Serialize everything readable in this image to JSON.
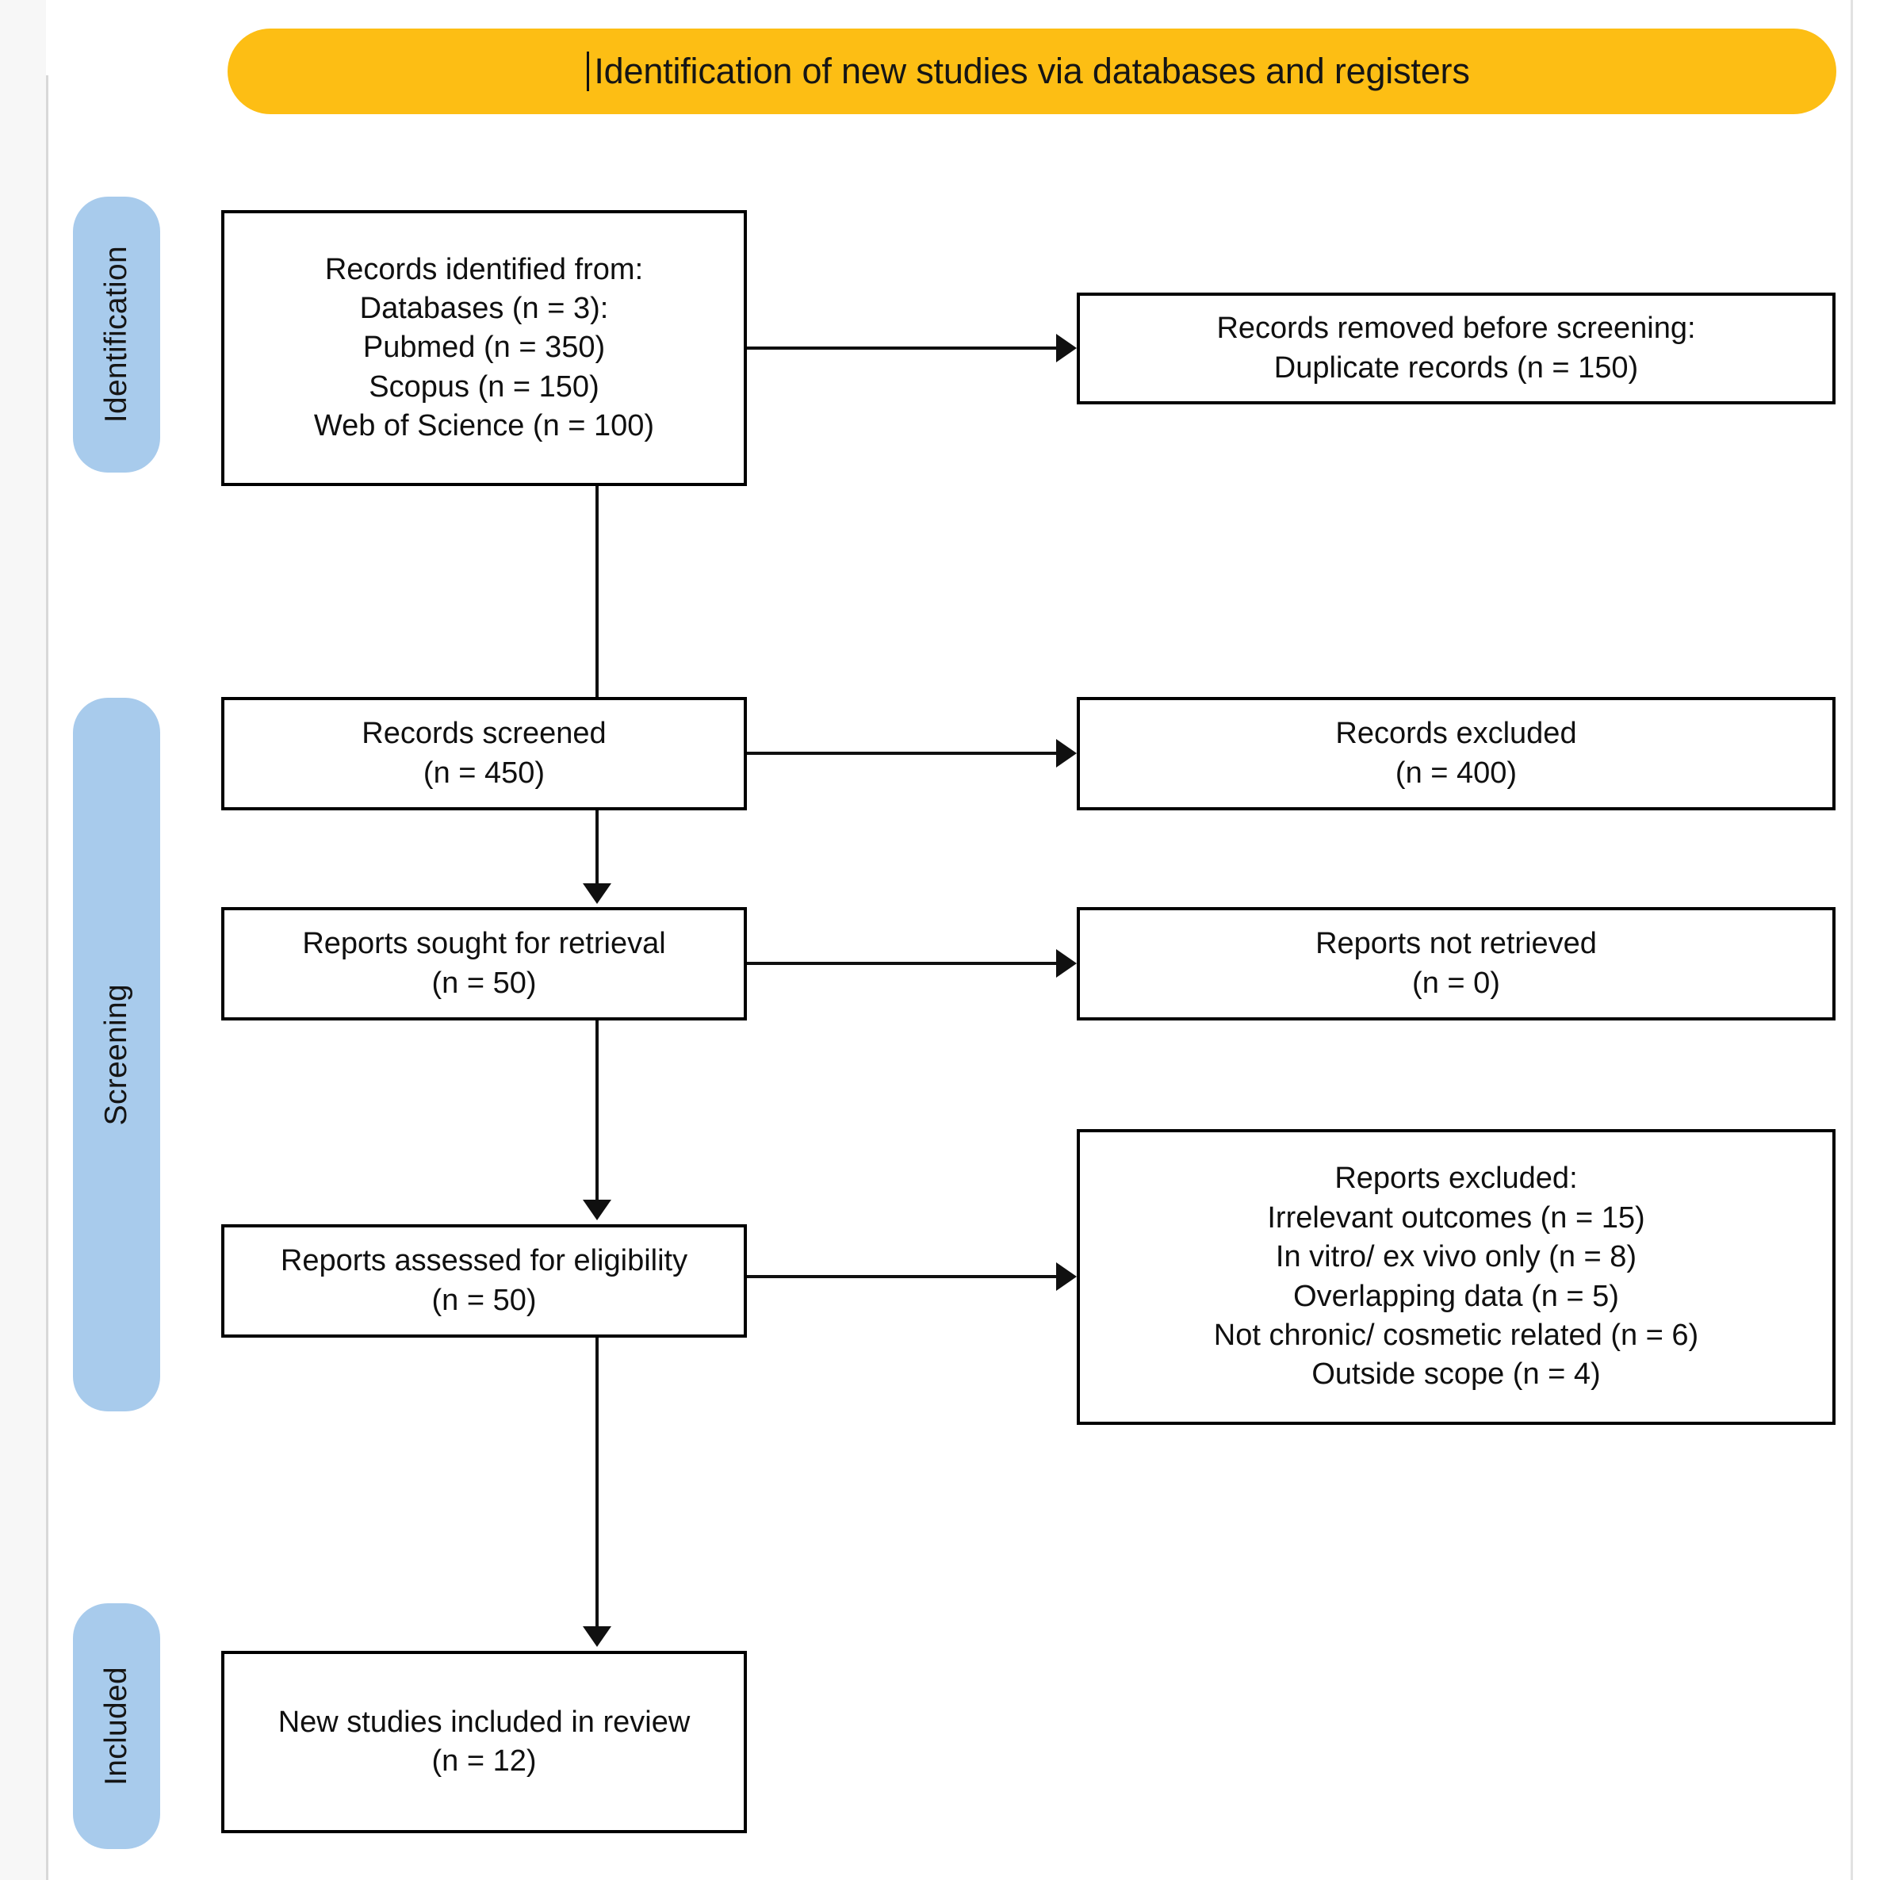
{
  "diagram": {
    "type": "prisma-flow-diagram",
    "banner": {
      "title": "Identification of new studies via databases and registers",
      "color": "#FDBE14"
    },
    "stages": [
      {
        "id": "identification",
        "label": "Identification",
        "color": "#A8CBEC"
      },
      {
        "id": "screening",
        "label": "Screening",
        "color": "#A8CBEC"
      },
      {
        "id": "included",
        "label": "Included",
        "color": "#A8CBEC"
      }
    ],
    "boxes": {
      "identified": {
        "lines": [
          "Records identified from:",
          "Databases (n = 3):",
          "Pubmed (n = 350)",
          "Scopus (n = 150)",
          "Web of Science (n = 100)"
        ]
      },
      "removed": {
        "lines": [
          "Records removed before screening:",
          "Duplicate records (n = 150)"
        ]
      },
      "screened": {
        "lines": [
          "Records screened",
          "(n = 450)"
        ]
      },
      "records_excluded": {
        "lines": [
          "Records excluded",
          "(n = 400)"
        ]
      },
      "sought": {
        "lines": [
          "Reports sought for retrieval",
          "(n = 50)"
        ]
      },
      "not_retrieved": {
        "lines": [
          "Reports not retrieved",
          "(n = 0)"
        ]
      },
      "eligibility": {
        "lines": [
          "Reports assessed for eligibility",
          "(n = 50)"
        ]
      },
      "reports_excluded": {
        "lines": [
          "Reports excluded:",
          "Irrelevant outcomes (n = 15)",
          "In vitro/ ex vivo only (n = 8)",
          "Overlapping data (n = 5)",
          "Not chronic/ cosmetic related (n = 6)",
          "Outside scope (n = 4)"
        ]
      },
      "included": {
        "lines": [
          "New studies included in review",
          "(n = 12)"
        ]
      }
    },
    "counts": {
      "databases": 3,
      "pubmed": 350,
      "scopus": 150,
      "web_of_science": 100,
      "duplicates_removed": 150,
      "records_screened": 450,
      "records_excluded": 400,
      "reports_sought": 50,
      "reports_not_retrieved": 0,
      "reports_assessed": 50,
      "excluded_irrelevant_outcomes": 15,
      "excluded_in_vitro_ex_vivo": 8,
      "excluded_overlapping_data": 5,
      "excluded_not_chronic_cosmetic": 6,
      "excluded_outside_scope": 4,
      "new_studies_included": 12
    }
  }
}
